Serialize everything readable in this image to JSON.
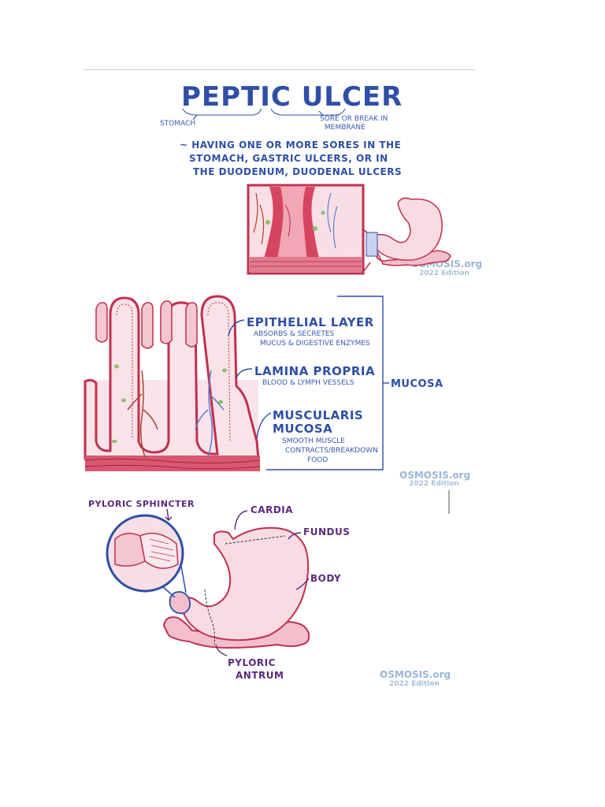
{
  "panel1": {
    "title": "PEPTIC ULCER",
    "note_left": "STOMACH",
    "note_right_1": "SORE OR BREAK IN",
    "note_right_2": "MEMBRANE",
    "def_1": "~ HAVING ONE OR MORE SORES IN THE",
    "def_2": "STOMACH, GASTRIC ULCERS, OR IN",
    "def_3": "THE DUODENUM, DUODENAL ULCERS",
    "watermark": "OSMOSIS.org",
    "edition": "2022 Edition"
  },
  "panel2": {
    "epithelial": "EPITHELIAL LAYER",
    "epithelial_note_1": "ABSORBS & SECRETES",
    "epithelial_note_2": "MUCUS & DIGESTIVE ENZYMES",
    "lamina": "LAMINA PROPRIA",
    "lamina_note": "BLOOD & LYMPH VESSELS",
    "muscularis_1": "MUSCULARIS",
    "muscularis_2": "MUCOSA",
    "muscularis_note_1": "SMOOTH MUSCLE",
    "muscularis_note_2": "CONTRACTS/BREAKDOWN",
    "muscularis_note_3": "FOOD",
    "mucosa": "MUCOSA",
    "watermark": "OSMOSIS.org",
    "edition": "2022 Edition"
  },
  "panel3": {
    "pyloric_sphincter": "PYLORIC SPHINCTER",
    "cardia": "CARDIA",
    "fundus": "FUNDUS",
    "body": "BODY",
    "antrum_1": "PYLORIC",
    "antrum_2": "ANTRUM",
    "watermark": "OSMOSIS.org",
    "edition": "2022 Edition"
  },
  "colors": {
    "title_blue": "#2f4fa6",
    "label_purple": "#5b2a7e",
    "tissue_pink": "#f6d3dd",
    "tissue_red": "#c0304f"
  }
}
